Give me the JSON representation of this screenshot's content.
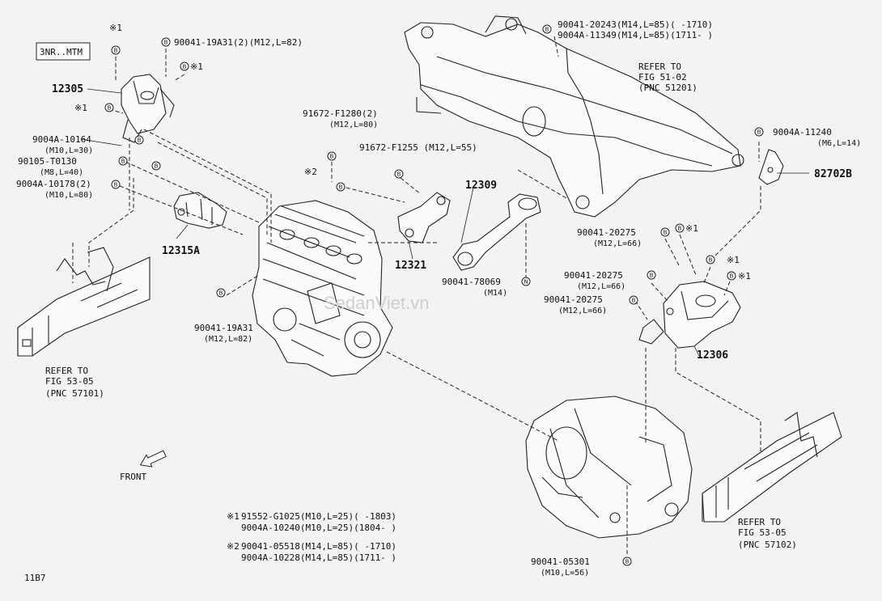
{
  "engine_code": "3NR..MTM",
  "page_number": "11B7",
  "watermark": "SedanViet.vn",
  "front_label": "FRONT",
  "circle_b": "B",
  "circle_n": "N",
  "marks": {
    "m1": "※1",
    "m2": "※2"
  },
  "parts": {
    "p12305": "12305",
    "p12315a": "12315A",
    "p12321": "12321",
    "p12309": "12309",
    "p12306": "12306",
    "p82702b": "82702B"
  },
  "callouts": {
    "c_19a31_top": "90041-19A31(2)(M12,L=82)",
    "c_10164": "9004A-10164",
    "c_10164_spec": "(M10,L=30)",
    "c_t0130": "90105-T0130",
    "c_t0130_spec": "(M8,L=40)",
    "c_10178": "9004A-10178(2)",
    "c_10178_spec": "(M10,L=80)",
    "c_f1280": "91672-F1280(2)",
    "c_f1280_spec": "(M12,L=80)",
    "c_f1255": "91672-F1255 (M12,L=55)",
    "c_20243": "90041-20243(M14,L=85)(      -1710)",
    "c_11349": "9004A-11349(M14,L=85)(1711-      )",
    "c_11240": "9004A-11240",
    "c_11240_spec": "(M6,L=14)",
    "c_20275_a": "90041-20275",
    "c_20275_a_spec": "(M12,L=66)",
    "c_20275_b": "90041-20275",
    "c_20275_b_spec": "(M12,L=66)",
    "c_20275_c": "90041-20275",
    "c_20275_c_spec": "(M12,L=66)",
    "c_78069": "90041-78069",
    "c_78069_spec": "(M14)",
    "c_19a31_mid": "90041-19A31",
    "c_19a31_mid_spec": "(M12,L=82)",
    "c_05301": "90041-05301",
    "c_05301_spec": "(M10,L=56)"
  },
  "refers": {
    "r_5102": [
      "REFER TO",
      "FIG 51-02",
      "(PNC 51201)"
    ],
    "r_5305_left": [
      "REFER TO",
      "FIG 53-05",
      "(PNC 57101)"
    ],
    "r_5305_right": [
      "REFER TO",
      "FIG 53-05",
      "(PNC 57102)"
    ]
  },
  "footnotes": {
    "n1_line1": "91552-G1025(M10,L=25)(      -1803)",
    "n1_line2": "9004A-10240(M10,L=25)(1804-      )",
    "n2_line1": "90041-05518(M14,L=85)(      -1710)",
    "n2_line2": "9004A-10228(M14,L=85)(1711-      )"
  }
}
